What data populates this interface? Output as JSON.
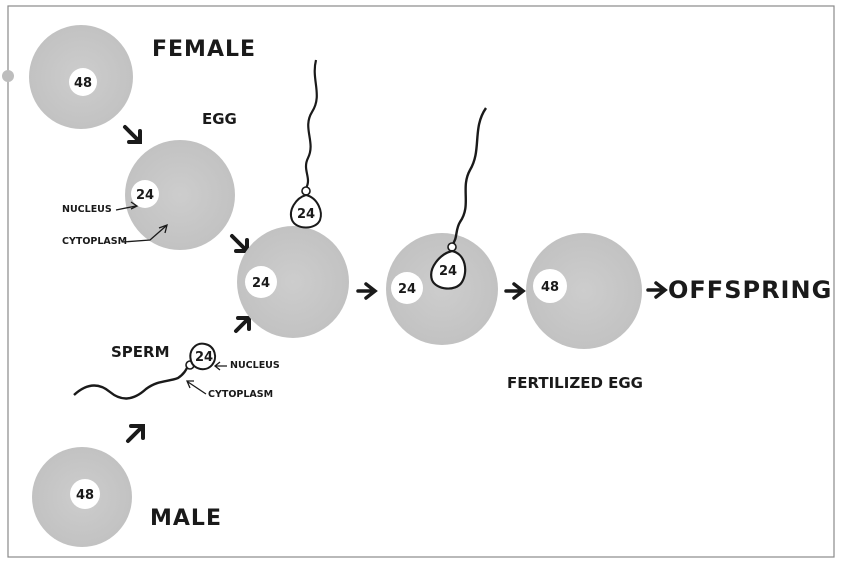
{
  "labels": {
    "female": "FEMALE",
    "egg": "EGG",
    "nucleus": "NUCLEUS",
    "cytoplasm": "CYTOPLASM",
    "sperm": "SPERM",
    "sperm_nucleus": "NUCLEUS",
    "sperm_cytoplasm": "CYTOPLASM",
    "male": "MALE",
    "fertilized_egg": "FERTILIZED EGG",
    "offspring": "OFFSPRING"
  },
  "chromosomes": {
    "female": "48",
    "egg": "24",
    "sperm_1": "24",
    "egg_2": "24",
    "sperm_2": "24",
    "egg_3": "24",
    "sperm_3": "24",
    "fertilized": "48",
    "male": "48"
  },
  "colors": {
    "cell": "#c9c9c9",
    "nucleus": "#ffffff",
    "ink": "#1a1a1a",
    "frame": "#888888"
  }
}
